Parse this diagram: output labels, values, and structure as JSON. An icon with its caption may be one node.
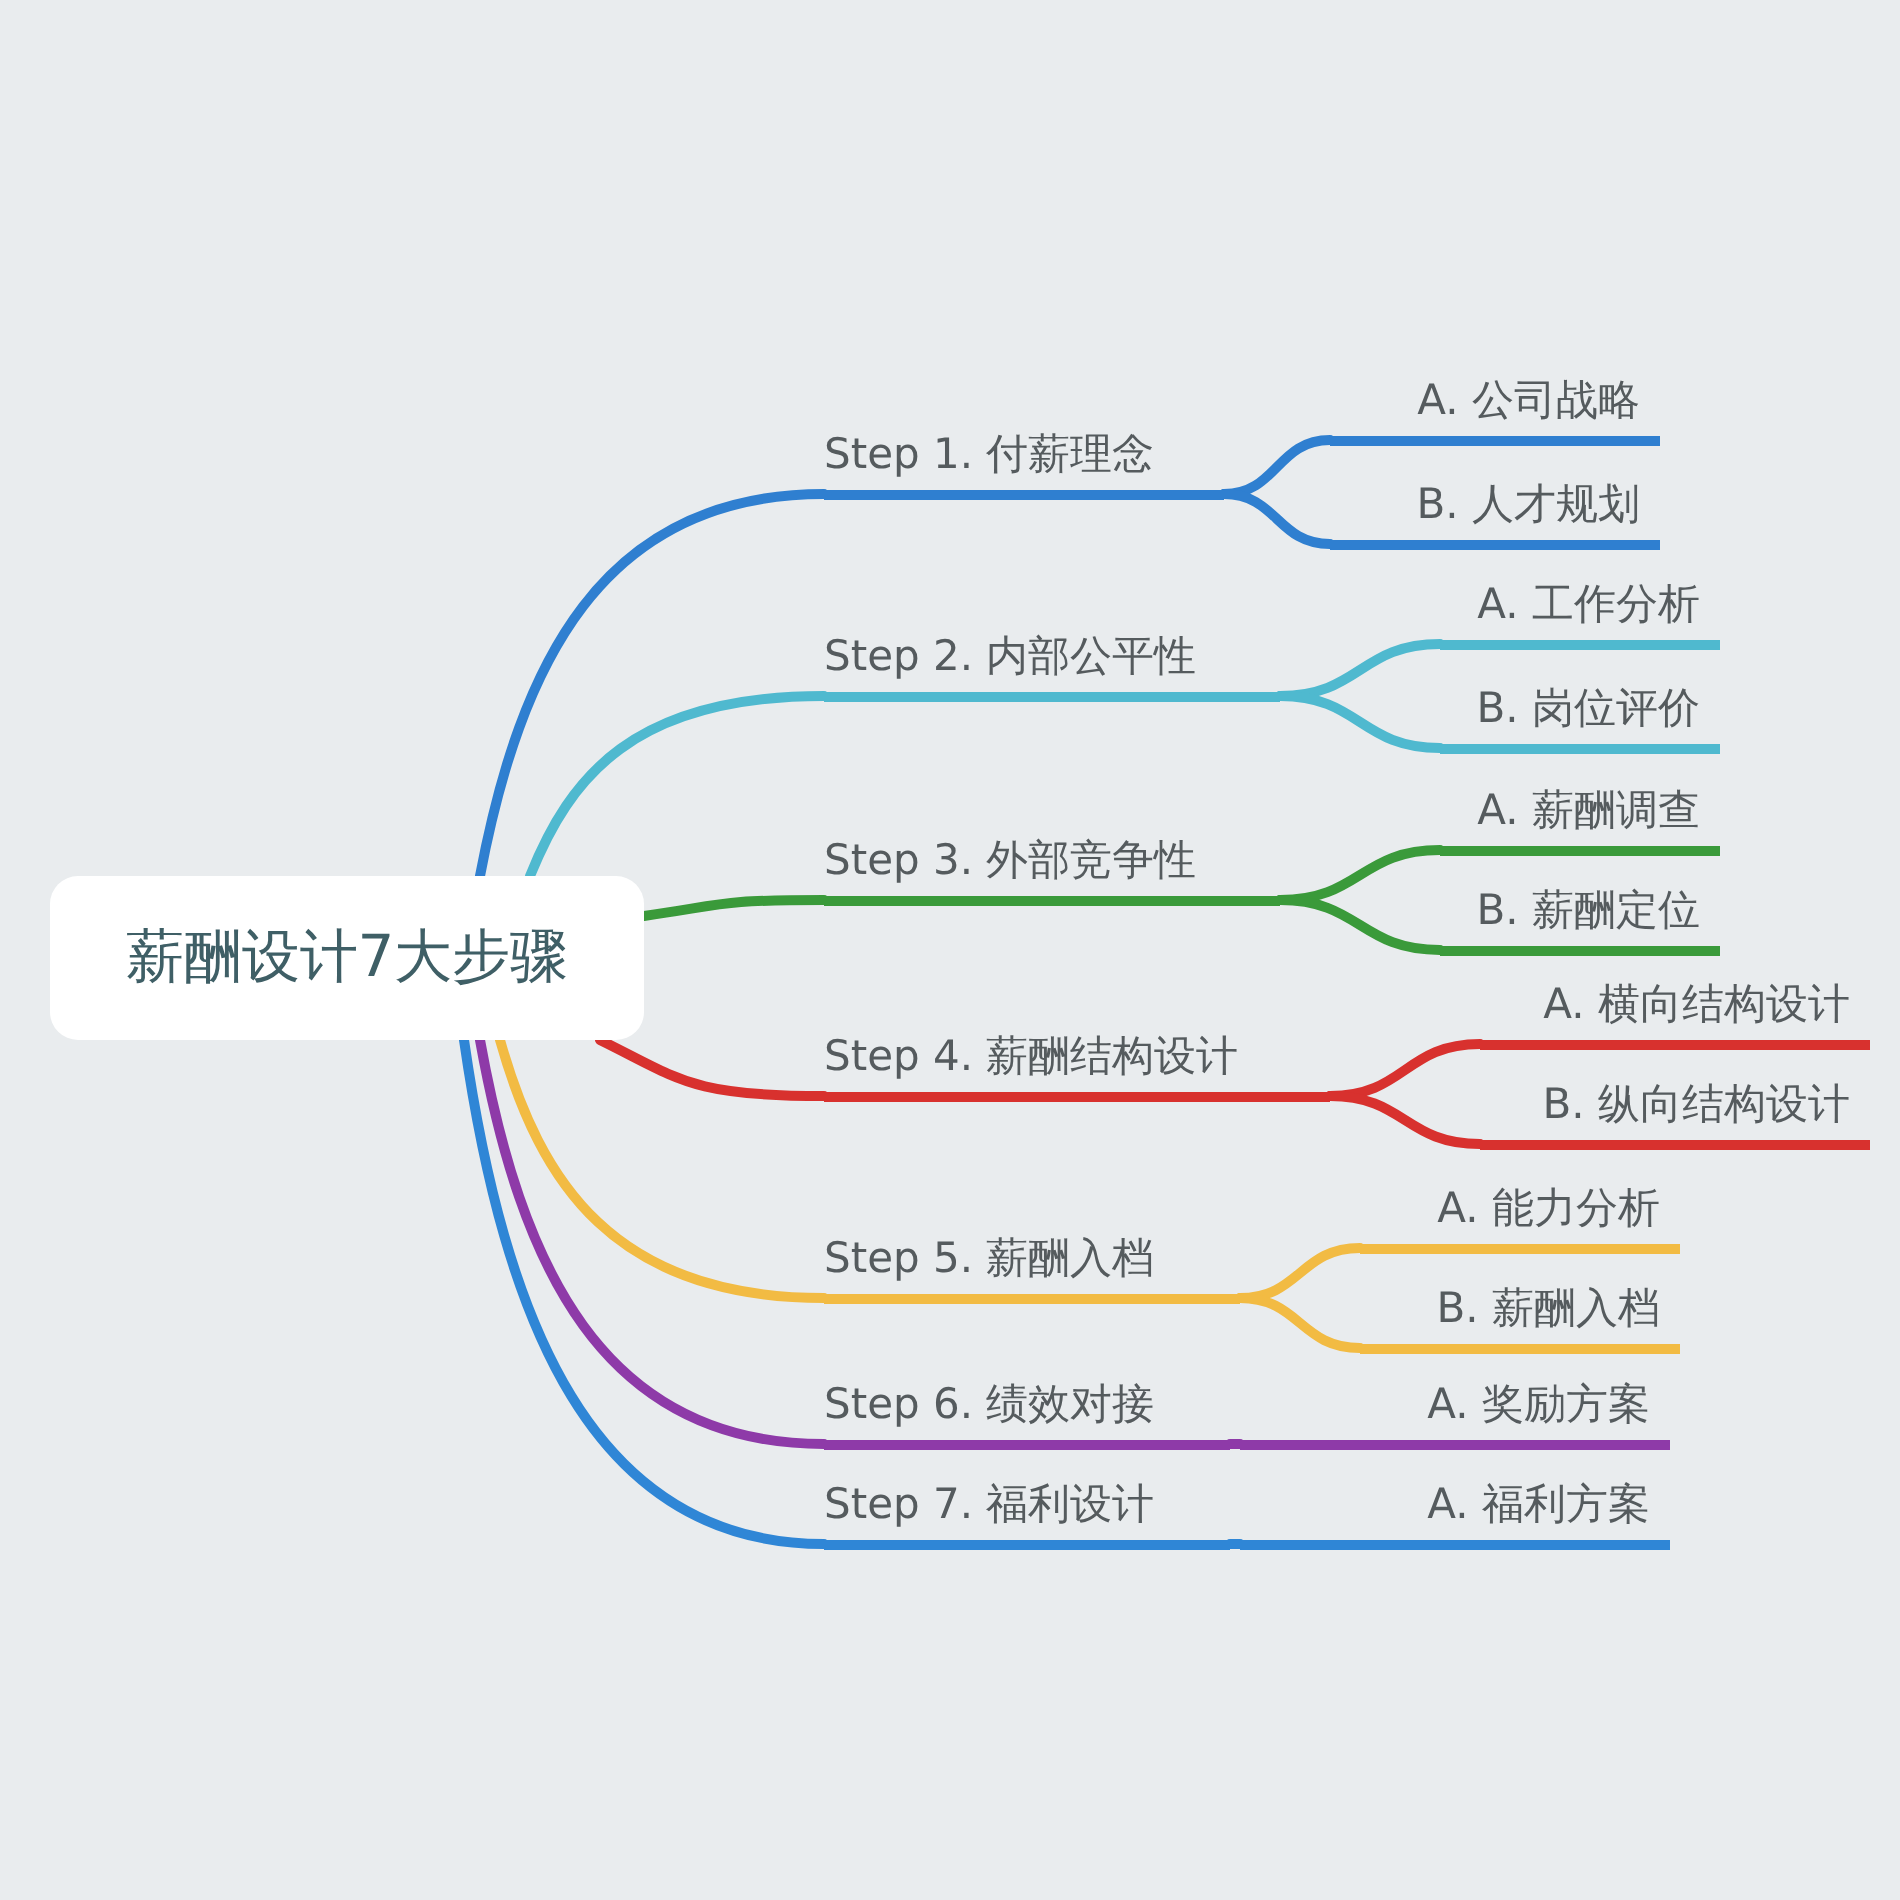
{
  "diagram": {
    "nodes": [
      {
        "text": [
          "薪酬设计7大步骤"
        ]
      },
      {
        "text": [
          "Step 1. 付薪理念"
        ]
      },
      {
        "text": [
          "A. 公司战略"
        ]
      },
      {
        "text": [
          "B. 人才规划"
        ]
      },
      {
        "text": [
          "Step 2. 内部公平性"
        ]
      },
      {
        "text": [
          "A. 工作分析"
        ]
      },
      {
        "text": [
          "B. 岗位评价"
        ]
      },
      {
        "text": [
          "Step 3. 外部竞争性"
        ]
      },
      {
        "text": [
          "A. 薪酬调查"
        ]
      },
      {
        "text": [
          "B. 薪酬定位"
        ]
      },
      {
        "text": [
          "Step 4. 薪酬结构设计"
        ]
      },
      {
        "text": [
          "A. 横向结构设计"
        ]
      },
      {
        "text": [
          "B. 纵向结构设计"
        ]
      },
      {
        "text": [
          "Step 5. 薪酬入档"
        ]
      },
      {
        "text": [
          "A. 能力分析"
        ]
      },
      {
        "text": [
          "B. 薪酬入档"
        ]
      },
      {
        "text": [
          "Step 6. 绩效对接"
        ]
      },
      {
        "text": [
          "A. 奖励方案"
        ]
      },
      {
        "text": [
          "Step 7. 福利设计"
        ]
      },
      {
        "text": [
          "A. 福利方案"
        ]
      }
    ],
    "edges": [
      {
        "from": 0,
        "to": 1,
        "arrow": "none",
        "color": "#2f7fd0"
      },
      {
        "from": 1,
        "to": 2,
        "arrow": "none",
        "color": "#2f7fd0"
      },
      {
        "from": 1,
        "to": 3,
        "arrow": "none",
        "color": "#2f7fd0"
      },
      {
        "from": 0,
        "to": 4,
        "arrow": "none",
        "color": "#4fb9cf"
      },
      {
        "from": 4,
        "to": 5,
        "arrow": "none",
        "color": "#4fb9cf"
      },
      {
        "from": 4,
        "to": 6,
        "arrow": "none",
        "color": "#4fb9cf"
      },
      {
        "from": 0,
        "to": 7,
        "arrow": "none",
        "color": "#3a9a3a"
      },
      {
        "from": 7,
        "to": 8,
        "arrow": "none",
        "color": "#3a9a3a"
      },
      {
        "from": 7,
        "to": 9,
        "arrow": "none",
        "color": "#3a9a3a"
      },
      {
        "from": 0,
        "to": 10,
        "arrow": "none",
        "color": "#d8312e"
      },
      {
        "from": 10,
        "to": 11,
        "arrow": "none",
        "color": "#d8312e"
      },
      {
        "from": 10,
        "to": 12,
        "arrow": "none",
        "color": "#d8312e"
      },
      {
        "from": 0,
        "to": 13,
        "arrow": "none",
        "color": "#f2bb43"
      },
      {
        "from": 13,
        "to": 14,
        "arrow": "none",
        "color": "#f2bb43"
      },
      {
        "from": 13,
        "to": 15,
        "arrow": "none",
        "color": "#f2bb43"
      },
      {
        "from": 0,
        "to": 16,
        "arrow": "none",
        "color": "#8e3aa8"
      },
      {
        "from": 16,
        "to": 17,
        "arrow": "none",
        "color": "#8e3aa8"
      },
      {
        "from": 0,
        "to": 18,
        "arrow": "none",
        "color": "#2f86d6"
      },
      {
        "from": 18,
        "to": 19,
        "arrow": "none",
        "color": "#2f86d6"
      }
    ]
  }
}
